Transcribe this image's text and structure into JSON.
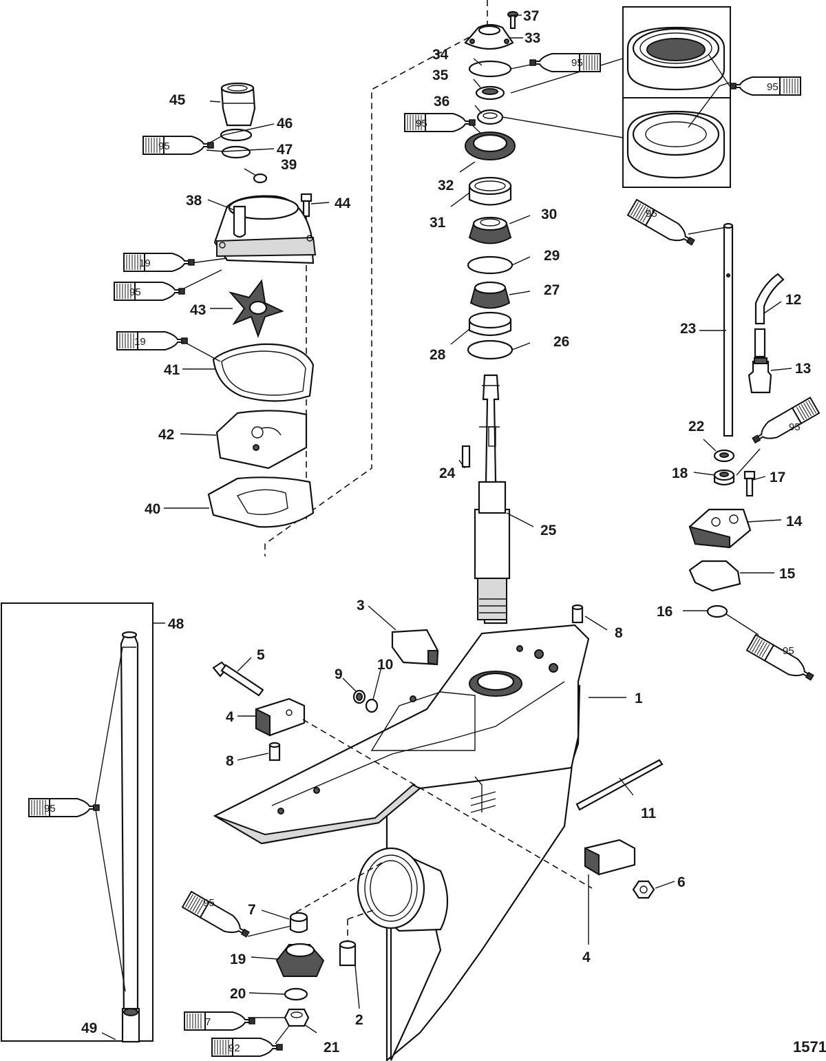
{
  "figure_number": "1571",
  "callouts": {
    "p1": "1",
    "p2": "2",
    "p3": "3",
    "p4a": "4",
    "p4b": "4",
    "p5": "5",
    "p6": "6",
    "p7": "7",
    "p8a": "8",
    "p8b": "8",
    "p9": "9",
    "p10": "10",
    "p11": "11",
    "p12": "12",
    "p13": "13",
    "p14": "14",
    "p15": "15",
    "p16": "16",
    "p17": "17",
    "p18": "18",
    "p19": "19",
    "p20": "20",
    "p21": "21",
    "p22": "22",
    "p23": "23",
    "p24": "24",
    "p25": "25",
    "p26": "26",
    "p27": "27",
    "p28": "28",
    "p29": "29",
    "p30": "30",
    "p31": "31",
    "p32": "32",
    "p33": "33",
    "p34": "34",
    "p35": "35",
    "p36": "36",
    "p37": "37",
    "p38": "38",
    "p39": "39",
    "p40": "40",
    "p41": "41",
    "p42": "42",
    "p43": "43",
    "p44": "44",
    "p45": "45",
    "p46": "46",
    "p47": "47",
    "p48": "48",
    "p49": "49"
  },
  "tubes": {
    "t95_top": "95",
    "t95_inset": "95",
    "t95_left32": "95",
    "t95_46": "95",
    "t19_38": "19",
    "t95_38": "95",
    "t19_41": "19",
    "t95_23": "95",
    "t95_18": "95",
    "t95_16": "95",
    "t95_48": "95",
    "t95_7": "95",
    "t7_21": "7",
    "t92_21": "92"
  }
}
